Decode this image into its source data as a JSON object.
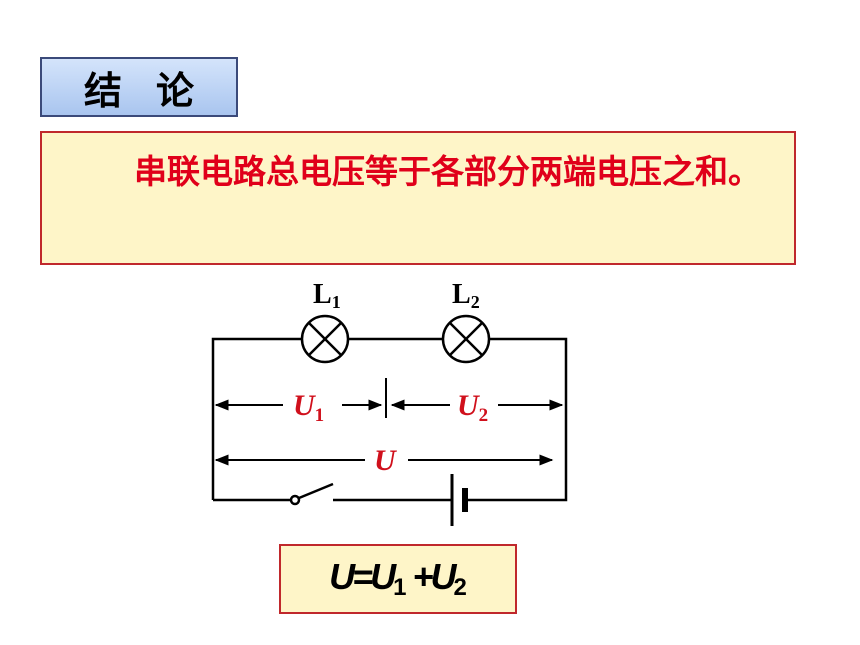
{
  "heading": {
    "text": "结论"
  },
  "conclusion": {
    "text": "串联电路总电压等于各部分两端电压之和。"
  },
  "circuit": {
    "lamp1": {
      "letter": "L",
      "sub": "1",
      "icon": "lamp-icon"
    },
    "lamp2": {
      "letter": "L",
      "sub": "2",
      "icon": "lamp-icon"
    },
    "u1": {
      "letter": "U",
      "sub": "1"
    },
    "u2": {
      "letter": "U",
      "sub": "2"
    },
    "u_total": {
      "letter": "U"
    },
    "switch_icon": "switch-icon",
    "battery_icon": "battery-icon",
    "label_color": "#d0101c"
  },
  "formula": {
    "lhs": "U",
    "equals": "=",
    "term1": "U",
    "term1_sub": "1",
    "plus": "+",
    "term2": "U",
    "term2_sub": "2"
  }
}
